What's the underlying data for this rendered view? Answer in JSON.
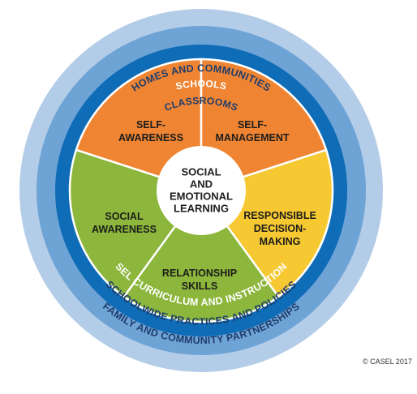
{
  "rings": {
    "homes": "HOMES AND COMMUNITIES",
    "schools": "SCHOOLS",
    "classrooms": "CLASSROOMS",
    "sel_curriculum": "SEL CURRICULUM AND INSTRUCTION",
    "schoolwide": "SCHOOLWIDE PRACTICES AND POLICIES",
    "family": "FAMILY AND COMMUNITY PARTNERSHIPS"
  },
  "competencies": [
    {
      "lines": [
        "SELF-",
        "AWARENESS"
      ]
    },
    {
      "lines": [
        "SELF-",
        "MANAGEMENT"
      ]
    },
    {
      "lines": [
        "RESPONSIBLE",
        "DECISION-",
        "MAKING"
      ]
    },
    {
      "lines": [
        "RELATIONSHIP",
        "SKILLS"
      ]
    },
    {
      "lines": [
        "SOCIAL",
        "AWARENESS"
      ]
    }
  ],
  "center": {
    "lines": [
      "SOCIAL",
      "AND",
      "EMOTIONAL",
      "LEARNING"
    ]
  },
  "copyright": "© CASEL 2017",
  "colors": {
    "outer_ring": "#b3cde8",
    "middle_ring": "#6ea3d6",
    "inner_ring": "#0f6cb6",
    "orange": "#ef8433",
    "yellow": "#f6c932",
    "green": "#8cb63c",
    "center": "#ffffff",
    "dark_text": "#1d1d1b",
    "arc_text_dark": "#1f3d6b"
  }
}
